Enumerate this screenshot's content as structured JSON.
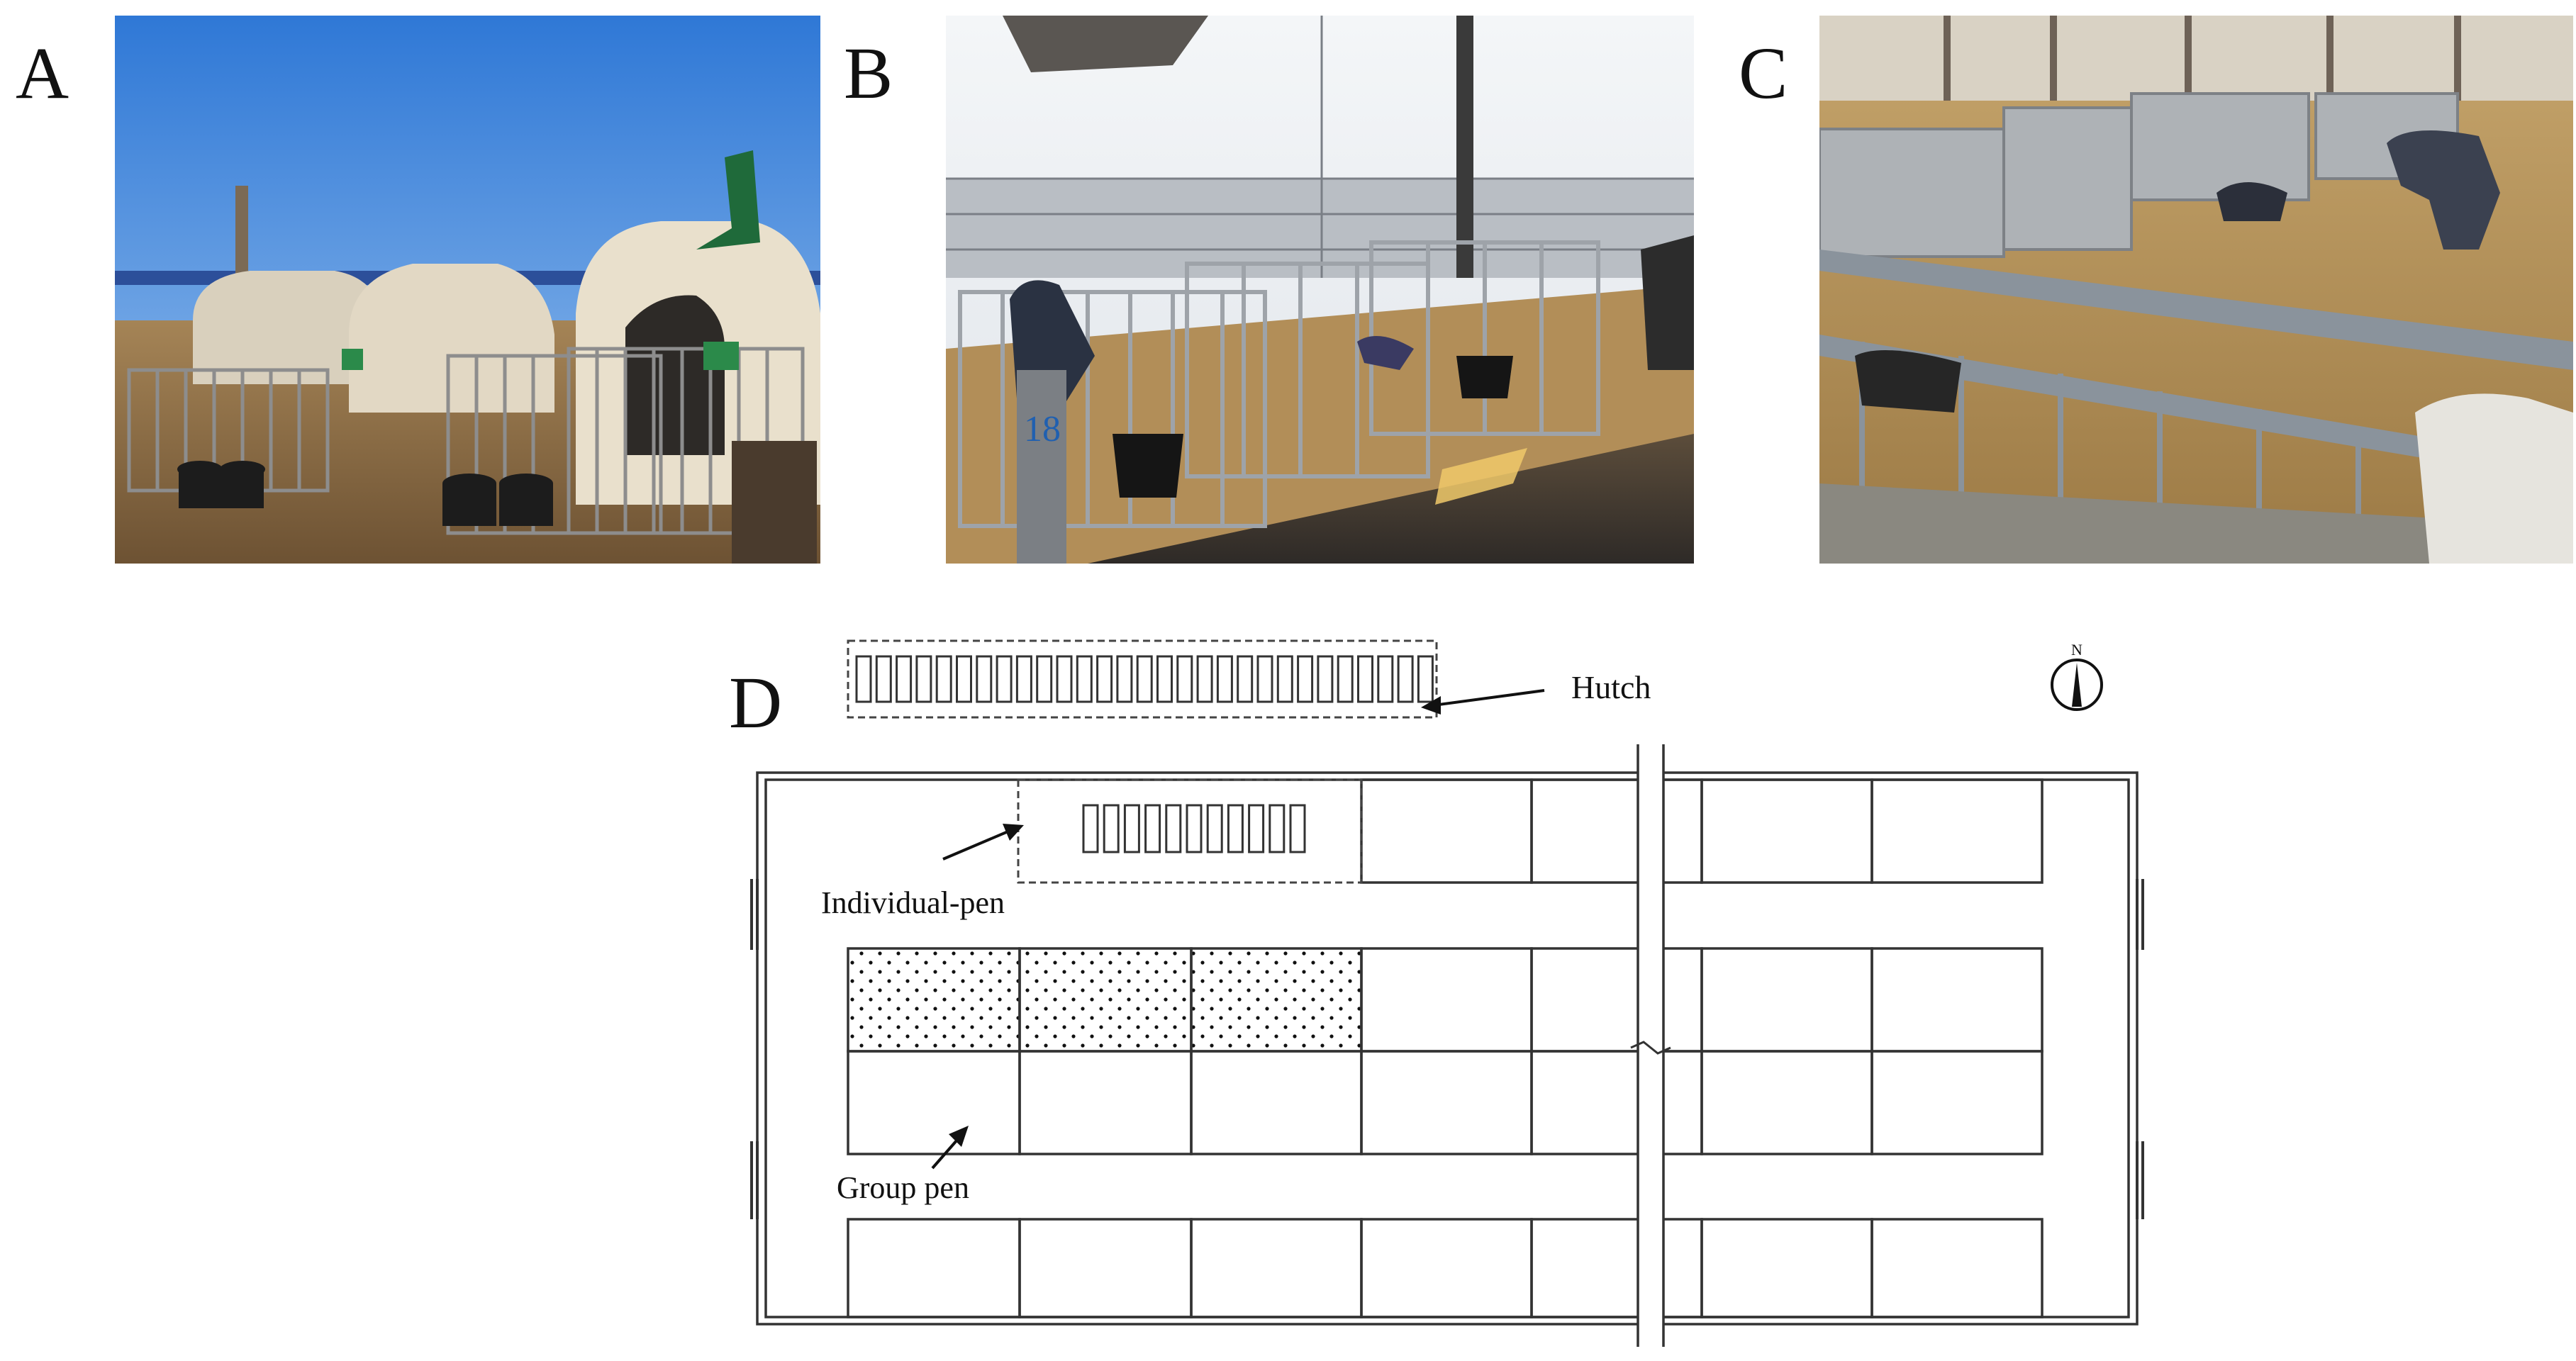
{
  "panels": {
    "a": {
      "letter": "A",
      "photo_icon": "calf-hutches-outdoor-photo"
    },
    "b": {
      "letter": "B",
      "photo_icon": "individual-pens-indoor-photo",
      "pen_tag": "18"
    },
    "c": {
      "letter": "C",
      "photo_icon": "group-pens-indoor-photo"
    },
    "d": {
      "letter": "D",
      "labels": {
        "hutch": "Hutch",
        "individual_pen": "Individual-pen",
        "group_pen": "Group pen",
        "compass": "N"
      },
      "hutch_units": 29,
      "individual_pen_units": 11
    }
  },
  "colors": {
    "line": "#333333",
    "sky": "#4a8ad8",
    "straw": "#b8925a",
    "hutch_shell": "#e6dcc8"
  }
}
